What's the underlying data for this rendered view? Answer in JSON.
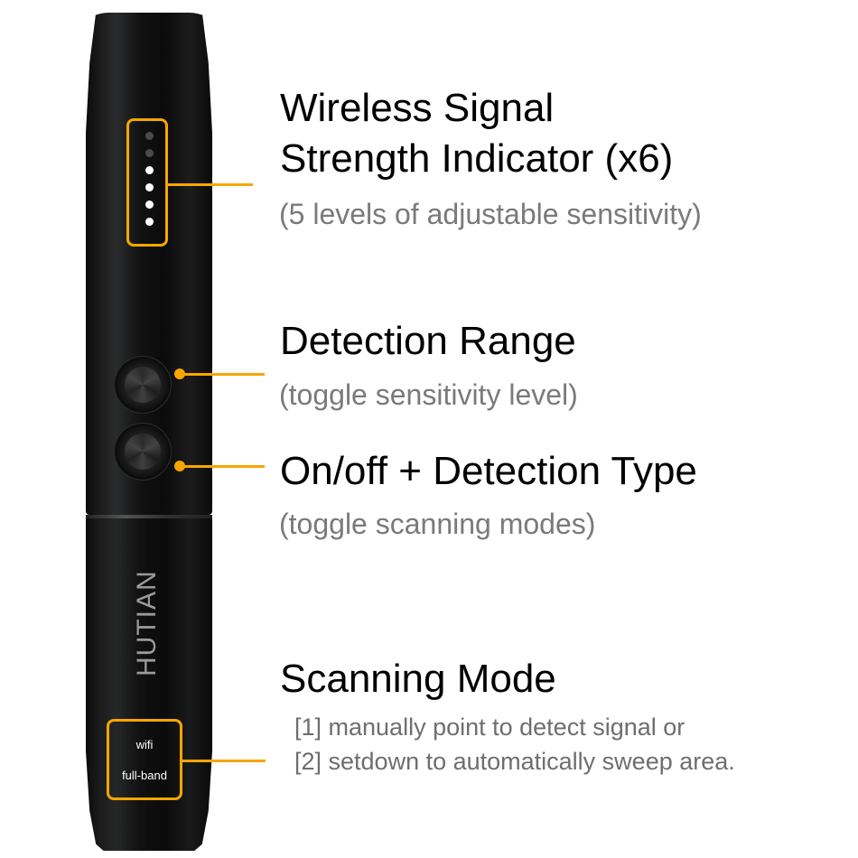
{
  "device": {
    "brand": "HUTIAN",
    "led_indicator": {
      "count": 6,
      "states": [
        "off",
        "off",
        "on",
        "on",
        "on",
        "on"
      ]
    },
    "mode_labels": [
      "wifi",
      "full-band"
    ]
  },
  "callouts": [
    {
      "title_lines": [
        "Wireless Signal",
        "Strength Indicator (x6)"
      ],
      "subtitle": "(5 levels of adjustable sensitivity)"
    },
    {
      "title_lines": [
        "Detection Range"
      ],
      "subtitle": "(toggle sensitivity level)"
    },
    {
      "title_lines": [
        "On/off + Detection Type"
      ],
      "subtitle": "(toggle scanning modes)"
    },
    {
      "title_lines": [
        "Scanning Mode"
      ],
      "details": [
        "[1] manually point to detect signal or",
        "[2] setdown to automatically sweep area."
      ]
    }
  ],
  "colors": {
    "accent": "#f7a600",
    "title": "#000000",
    "subtitle": "#7a7a7a",
    "device_body": "#111111"
  }
}
